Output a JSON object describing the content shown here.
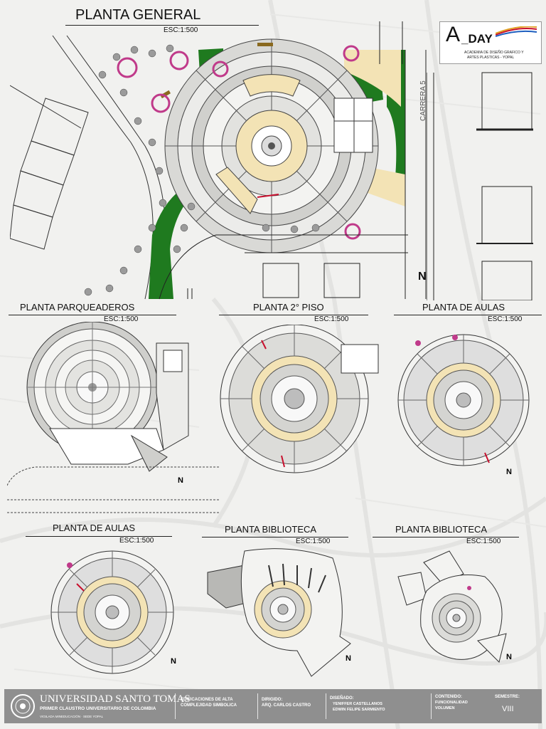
{
  "sheet": {
    "main_title": "PLANTA GENERAL",
    "main_scale": "ESC:1:500",
    "street_label": "CARRERA 5",
    "north_symbol": "N"
  },
  "logo": {
    "brand_a": "A",
    "brand_day": "_DAY",
    "tagline_1": "ACADEMIA DE DISEÑO GRAFICO Y",
    "tagline_2": "ARTES PLASTICAS - YOPAL"
  },
  "plans": [
    {
      "title": "PLANTA PARQUEADEROS",
      "scale": "ESC:1:500"
    },
    {
      "title": "PLANTA 2° PISO",
      "scale": "ESC:1:500"
    },
    {
      "title": "PLANTA DE AULAS",
      "scale": "ESC:1:500"
    },
    {
      "title": "PLANTA DE AULAS",
      "scale": "ESC:1:500"
    },
    {
      "title": "PLANTA BIBLIOTECA",
      "scale": "ESC:1:500"
    },
    {
      "title": "PLANTA BIBLIOTECA",
      "scale": "ESC:1:500"
    }
  ],
  "footer": {
    "university": "UNIVERSIDAD SANTO TOMAS",
    "university_sub": "PRIMER CLAUSTRO UNIVERSITARIO DE COLOMBIA",
    "university_note": "VIGILADA MINEDUCACIÓN · SEDE YOPAL",
    "course_1": "EDIFICACIONES DE ALTA",
    "course_2": "COMPLEJIDAD SIMBOLICA",
    "directed_label": "DIRIGIDO:",
    "directed_name": "ARQ. CARLOS CASTRO",
    "designed_label": "DISEÑADO:",
    "designer_1": "YENIFFER CASTELLANOS",
    "designer_2": "EDWIN FELIPE SARMIENTO",
    "content_label": "CONTENIDO:",
    "content_1": "FUNCIONALIDAD",
    "content_2": "VOLUMEN",
    "semester_label": "SEMESTRE:",
    "semester_value": "VIII"
  },
  "colors": {
    "green": "#1f7a1f",
    "beige": "#f3e3b5",
    "grey_hatch": "#c9c9c9",
    "footer_bg": "#8f8f8f",
    "accent_red": "#c8102e",
    "accent_magenta": "#c03a8a"
  }
}
